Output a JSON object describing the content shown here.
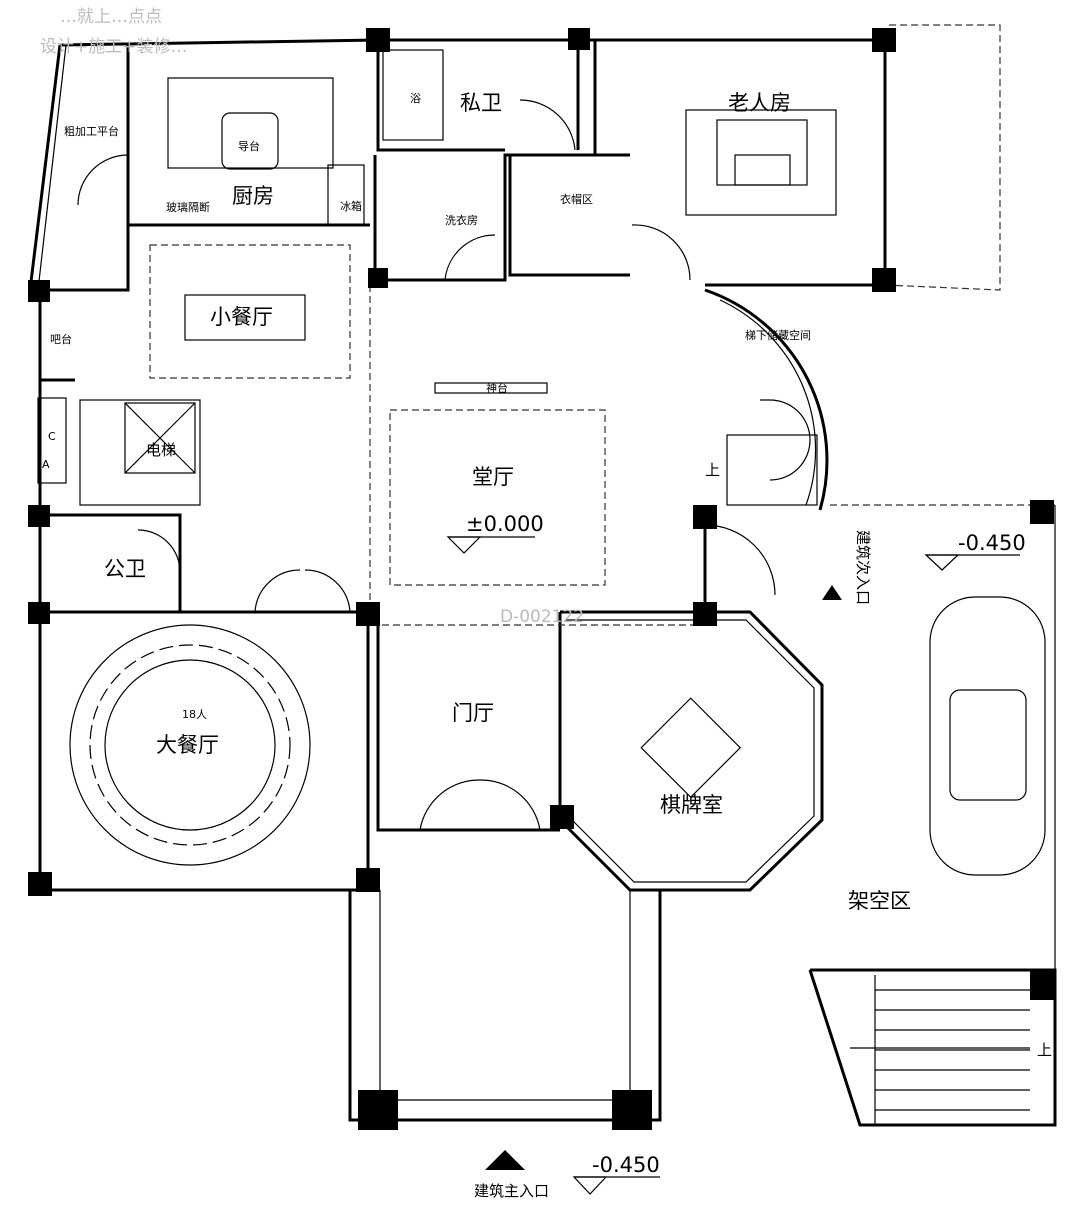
{
  "watermark": {
    "line1": "…就上…点点",
    "line2": "设计+施工+装修…",
    "code": "D-002122"
  },
  "rooms": {
    "rough_prep": "粗加工平台",
    "island": "导台",
    "kitchen": "厨房",
    "fridge": "冰箱",
    "glass_partition": "玻璃隔断",
    "bath": "浴",
    "private_wc": "私卫",
    "elder_room": "老人房",
    "laundry": "洗衣房",
    "wardrobe": "衣帽区",
    "small_dining": "小餐厅",
    "bar": "吧台",
    "elevator": "电梯",
    "elevator_c": "C",
    "elevator_a": "A",
    "altar": "神台",
    "hall": "堂厅",
    "under_stair_storage": "梯下储藏空间",
    "up_inner": "上",
    "public_wc": "公卫",
    "table_capacity": "18人",
    "big_dining": "大餐厅",
    "foyer": "门厅",
    "chess_room": "棋牌室",
    "secondary_entrance": "建筑次入口",
    "open_area": "架空区",
    "main_entrance": "建筑主入口",
    "up_outer": "上"
  },
  "levels": {
    "hall": "±0.000",
    "side": "-0.450",
    "front": "-0.450"
  }
}
